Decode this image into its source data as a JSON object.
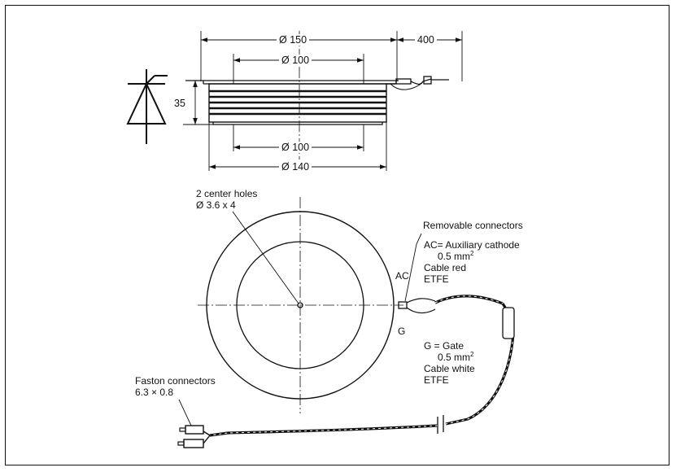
{
  "dimensions": {
    "d150": "Ø 150",
    "d100_top": "Ø 100",
    "d100_bottom": "Ø 100",
    "d140": "Ø 140",
    "height": "35",
    "lead_length": "400"
  },
  "labels": {
    "center_holes_line1": "2 center holes",
    "center_holes_line2": "Ø 3.6 x 4",
    "removable_connectors": "Removable connectors",
    "ac_title": "AC= Auxiliary cathode",
    "ac_section": "0.5 mm",
    "ac_section_sup": "2",
    "ac_cable": "Cable red",
    "ac_insulation": "ETFE",
    "ac_tag": "AC",
    "g_tag": "G",
    "g_title": "G = Gate",
    "g_section": "0.5 mm",
    "g_section_sup": "2",
    "g_cable": "Cable white",
    "g_insulation": "ETFE",
    "faston_line1": "Faston connectors",
    "faston_line2": "6.3 × 0.8"
  },
  "colors": {
    "ink": "#111111",
    "background": "#ffffff"
  },
  "icons": [
    "thyristor-symbol-icon"
  ]
}
